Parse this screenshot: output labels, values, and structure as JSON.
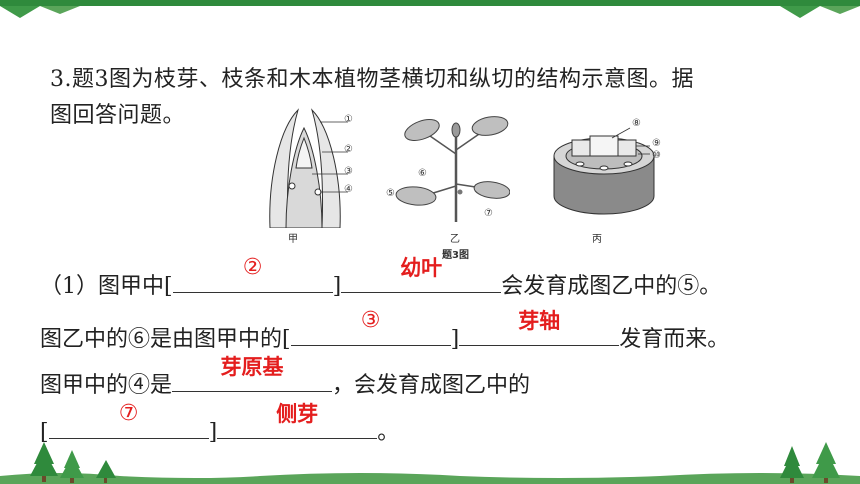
{
  "question": {
    "line1": "3.题3图为枝芽、枝条和木本植物茎横切和纵切的结构示意图。据",
    "line2": "图回答问题。"
  },
  "figure": {
    "title": "题3图",
    "captions": {
      "jia": "甲",
      "yi": "乙",
      "bing": "丙"
    },
    "labels": {
      "l1": "①",
      "l2": "②",
      "l3": "③",
      "l4": "④",
      "l5": "⑤",
      "l6": "⑥",
      "l7": "⑦",
      "l8": "⑧",
      "l9": "⑨",
      "l10": "⑩"
    }
  },
  "answers": {
    "line1": {
      "prefix": "（1）图甲中[",
      "mid": "]",
      "suffix": "会发育成图乙中的⑤。",
      "a1": "②",
      "a2": "幼叶"
    },
    "line2": {
      "prefix": "图乙中的⑥是由图甲中的[",
      "mid": "]",
      "suffix": "发育而来。",
      "a1": "③",
      "a2": "芽轴"
    },
    "line3": {
      "prefix": "图甲中的④是",
      "suffix": "，会发育成图乙中的",
      "a1": "芽原基"
    },
    "line4": {
      "prefix": "[",
      "mid": "]",
      "suffix": "。",
      "a1": "⑦",
      "a2": "侧芽"
    }
  },
  "colors": {
    "answer": "#e41e1e",
    "tree": "#2f8a3c",
    "grass": "#5aa55a"
  }
}
